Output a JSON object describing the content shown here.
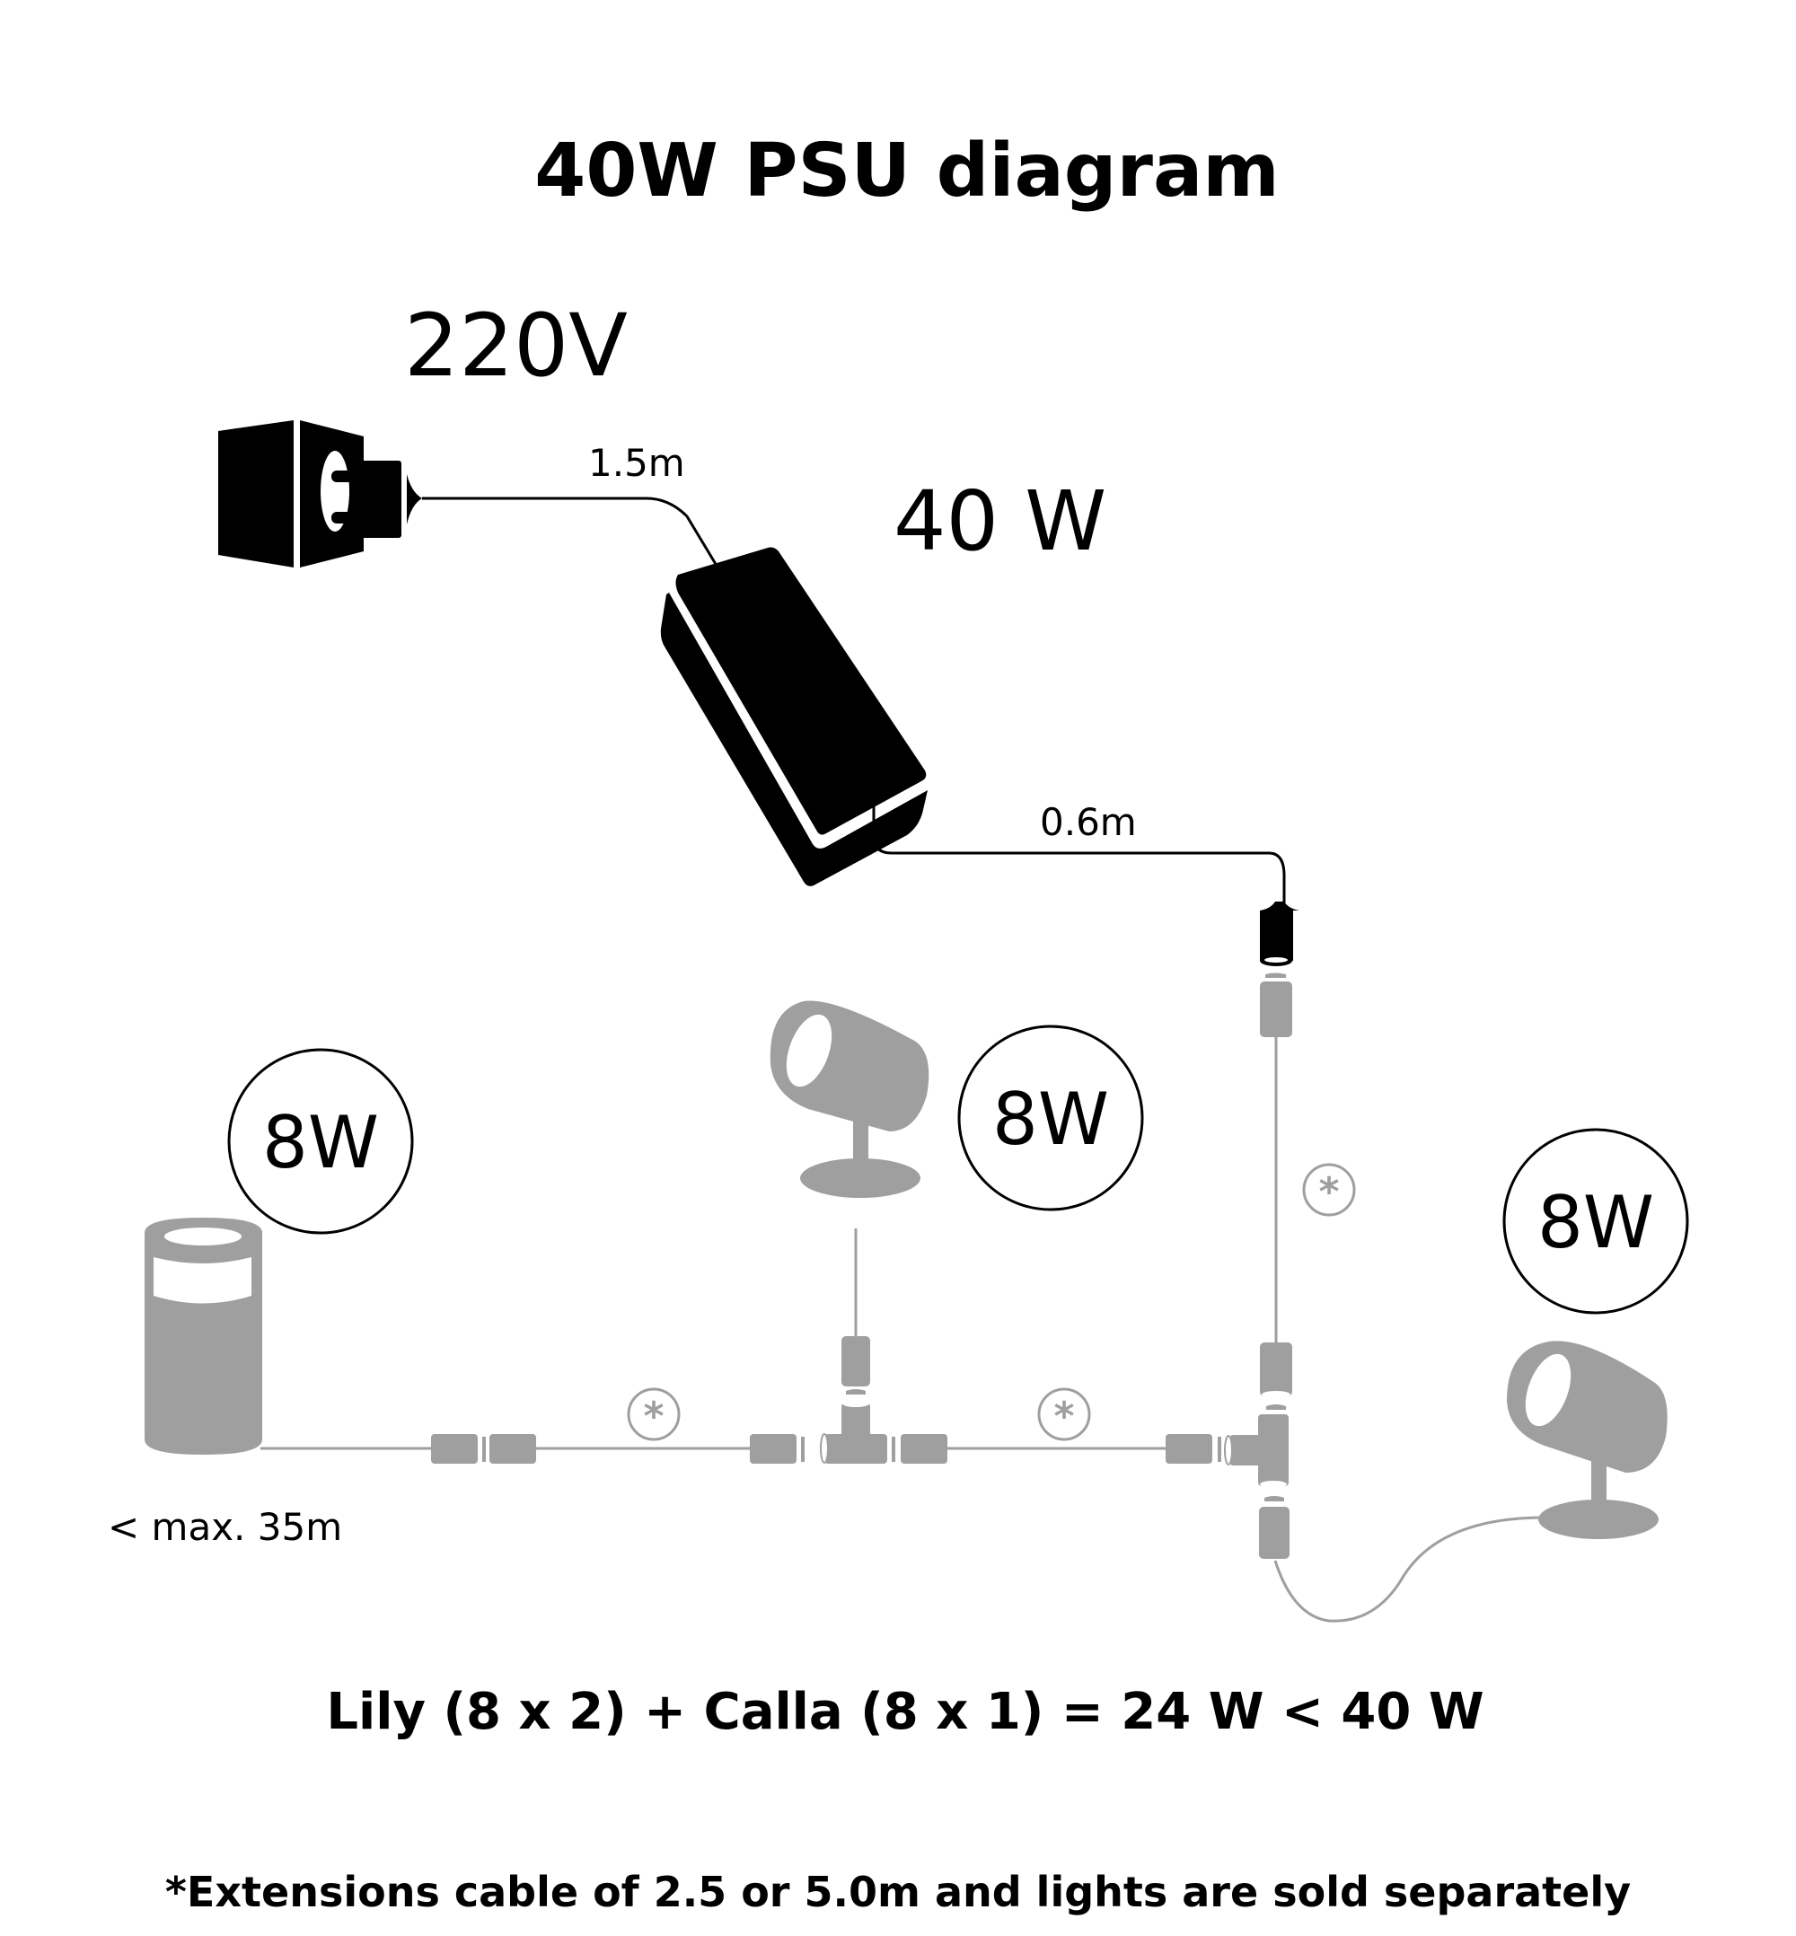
{
  "title": "40W PSU diagram",
  "labels": {
    "mains_voltage": "220V",
    "psu_power": "40 W",
    "plug_cable_length": "1.5m",
    "psu_output_cable_length": "0.6m",
    "max_run": "< max. 35m"
  },
  "lights": [
    {
      "name": "Lily",
      "kind": "bollard",
      "power": "8W"
    },
    {
      "name": "Lily",
      "kind": "spotlight",
      "power": "8W"
    },
    {
      "name": "Calla",
      "kind": "spotlight",
      "power": "8W"
    }
  ],
  "extension_marker": "*",
  "equation": "Lily (8 x 2) + Calla (8 x 1) = 24 W < 40 W",
  "footnote": "*Extensions cable of 2.5 or 5.0m and lights are sold separately",
  "colors": {
    "psu_components": "#000000",
    "light_components": "#9f9f9f",
    "background": "#ffffff"
  }
}
